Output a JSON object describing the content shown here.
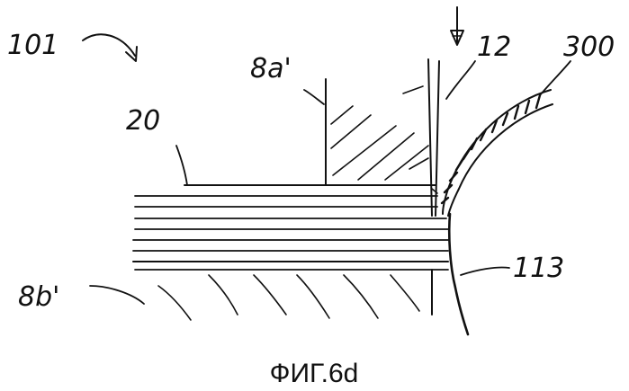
{
  "labels": {
    "assembly": "101",
    "upper_clamp": "8a'",
    "lower_clamp": "8b'",
    "stack": "20",
    "blade": "12",
    "skin_layer": "300",
    "surface": "113"
  },
  "caption": "ФИГ.6d"
}
